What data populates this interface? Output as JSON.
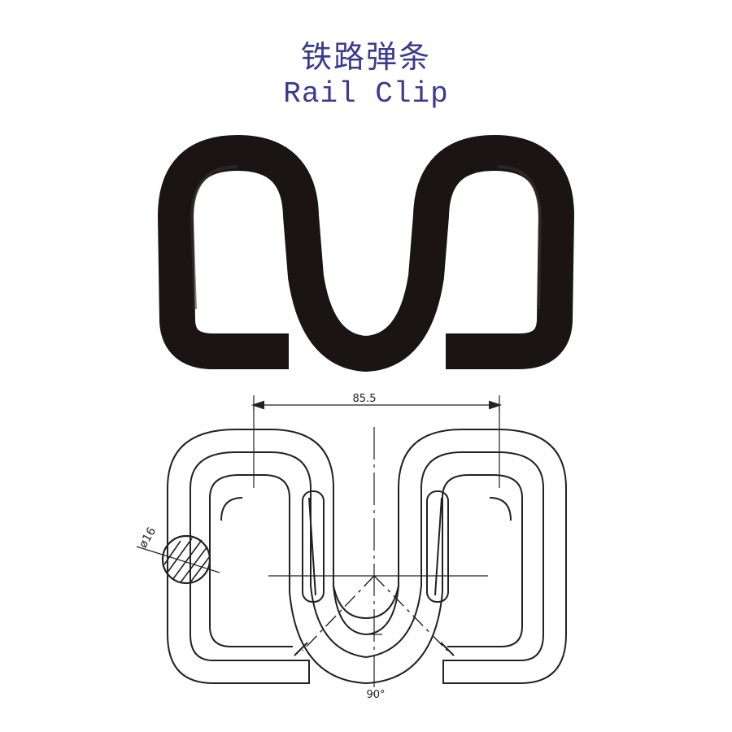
{
  "title": {
    "chinese": "铁路弹条",
    "english": "Rail Clip"
  },
  "drawing": {
    "dimension_width": "85.5",
    "dimension_diameter": "ø16",
    "dimension_angle": "90°"
  },
  "colors": {
    "title": "#3c3a8f",
    "clip_body": "#1a1414",
    "line_art": "#222222"
  }
}
